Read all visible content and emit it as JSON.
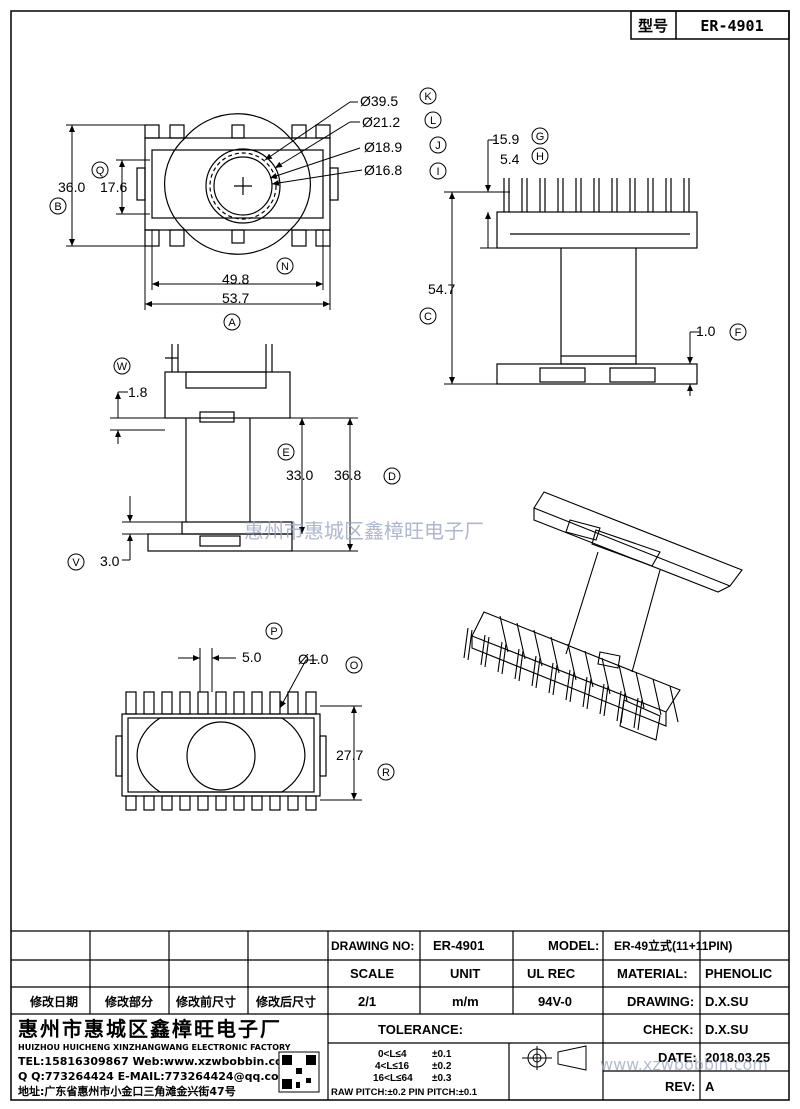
{
  "header": {
    "label": "型号",
    "model": "ER-4901"
  },
  "top_view": {
    "dims": {
      "outer_dia": "Ø39.5",
      "d2": "Ø21.2",
      "d3": "Ø18.9",
      "d4": "Ø16.8",
      "height_outer": "36.0",
      "height_inner": "17.6",
      "width_inner": "49.8",
      "width_outer": "53.7"
    },
    "refs": {
      "k": "K",
      "l": "L",
      "j": "J",
      "i": "I",
      "q": "Q",
      "b": "B",
      "n": "N",
      "a": "A"
    }
  },
  "side_view": {
    "dims": {
      "g": "15.9",
      "h": "5.4",
      "c": "54.7",
      "f": "1.0"
    },
    "refs": {
      "g": "G",
      "h": "H",
      "c": "C",
      "f": "F"
    }
  },
  "front_view": {
    "dims": {
      "w": "1.8",
      "e": "33.0",
      "d": "36.8",
      "v": "3.0"
    },
    "refs": {
      "w": "W",
      "e": "E",
      "d": "D",
      "v": "V"
    }
  },
  "bottom_view": {
    "dims": {
      "pitch": "5.0",
      "pin_dia": "Ø1.0",
      "r": "27.7"
    },
    "refs": {
      "p": "P",
      "o": "O",
      "r": "R"
    }
  },
  "watermark": "惠州市惠城区鑫樟旺电子厂",
  "title_block": {
    "revision_headers": [
      "修改日期",
      "修改部分",
      "修改前尺寸",
      "修改后尺寸"
    ],
    "company": {
      "name_cn": "惠州市惠城区鑫樟旺电子厂",
      "name_en": "HUIZHOU HUICHENG XINZHANGWANG ELECTRONIC FACTORY",
      "tel": "TEL:15816309867 Web:www.xzwbobbin.com",
      "qq": "Q Q:773264424 E-MAIL:773264424@qq.com",
      "address": "地址:广东省惠州市小金口三角滩金兴街47号"
    },
    "drawing_no_label": "DRAWING NO:",
    "drawing_no": "ER-4901",
    "model_label": "MODEL:",
    "model_value": "ER-49立式(11+11PIN)",
    "scale_label": "SCALE",
    "unit_label": "UNIT",
    "ul_label": "UL REC",
    "material_label": "MATERIAL:",
    "material_value": "PHENOLIC",
    "scale_value": "2/1",
    "unit_value": "m/m",
    "ul_value": "94V-0",
    "drawing_label": "DRAWING:",
    "drawing_value": "D.X.SU",
    "check_label": "CHECK:",
    "check_value": "D.X.SU",
    "date_label": "DATE:",
    "date_value": "2018.03.25",
    "rev_label": "REV:",
    "rev_value": "A",
    "tolerance_label": "TOLERANCE:",
    "tol_rows": [
      {
        "range": "0<L≤4",
        "tol": "±0.1"
      },
      {
        "range": "4<L≤16",
        "tol": "±0.2"
      },
      {
        "range": "16<L≤64",
        "tol": "±0.3"
      }
    ],
    "pitch_note": "RAW PITCH:±0.2 PIN PITCH:±0.1",
    "site_watermark": "www.xzwbobbin.com"
  },
  "colors": {
    "line": "#000000",
    "watermark": "#9aa6c4"
  }
}
